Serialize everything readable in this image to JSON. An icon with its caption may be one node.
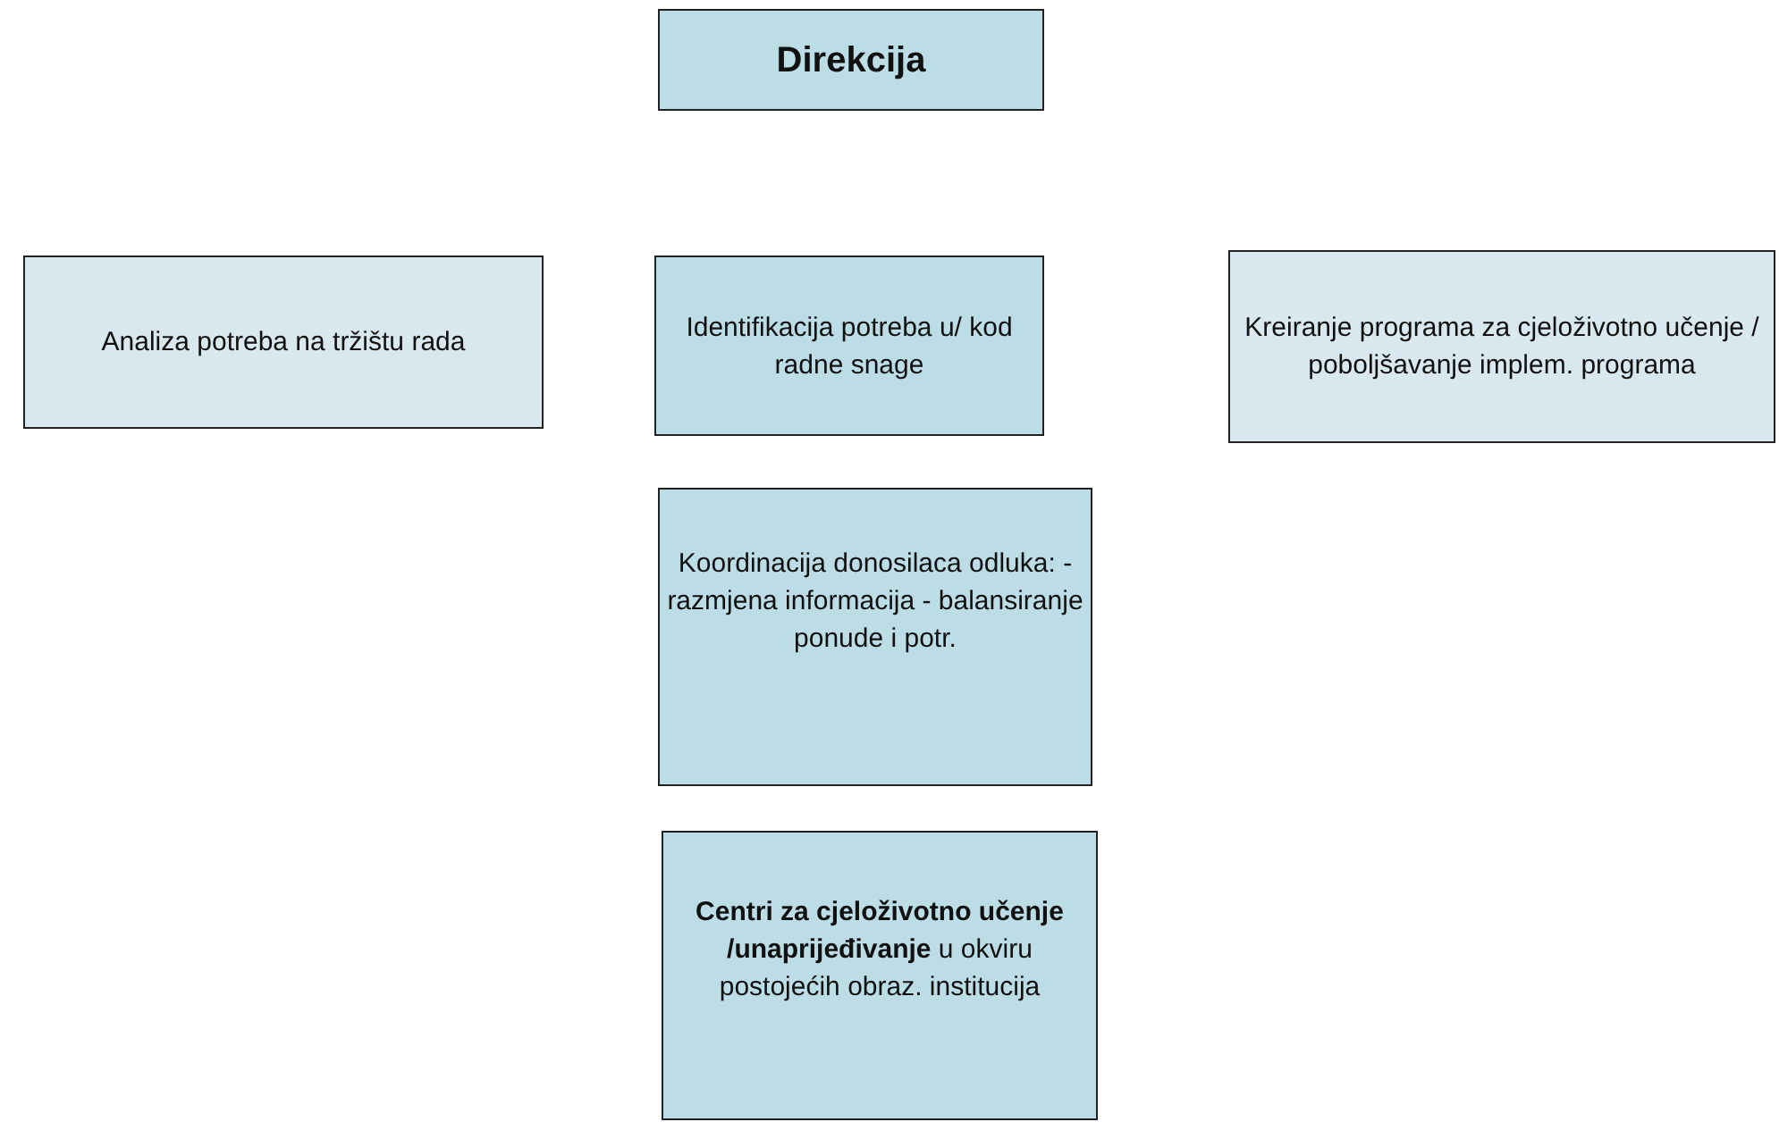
{
  "diagram": {
    "nodes": [
      {
        "text": [
          "Direkcija"
        ]
      },
      {
        "text": [
          "Analiza potreba na tržištu rada"
        ]
      },
      {
        "text": [
          "Identifikacija potreba u/ kod radne snage"
        ]
      },
      {
        "text": [
          "Kreiranje programa za cjeloživotno učenje / poboljšavanje implem. programa"
        ]
      },
      {
        "text": [
          "Koordinacija donosilaca odluka: - razmjena informacija - balansiranje ponude i potr."
        ]
      },
      {
        "text": [
          "**Centri za cjeloživotno učenje /unaprijeđivanje** u okviru postojećih obraz. institucija"
        ]
      }
    ]
  }
}
